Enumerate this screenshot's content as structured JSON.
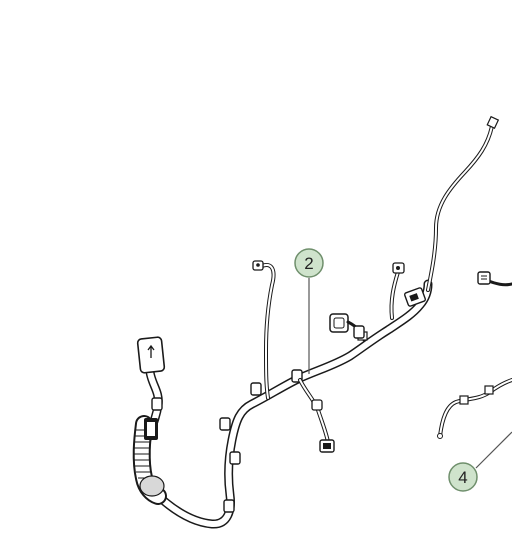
{
  "diagram": {
    "colors": {
      "line": "#1a1a1a",
      "wire_fill": "#ffffff",
      "callout_fill": "#cfe3cc",
      "callout_stroke": "#6f8f6c"
    },
    "callouts": [
      {
        "id": "callout-2",
        "label": "2"
      },
      {
        "id": "callout-4",
        "label": "4"
      }
    ]
  }
}
